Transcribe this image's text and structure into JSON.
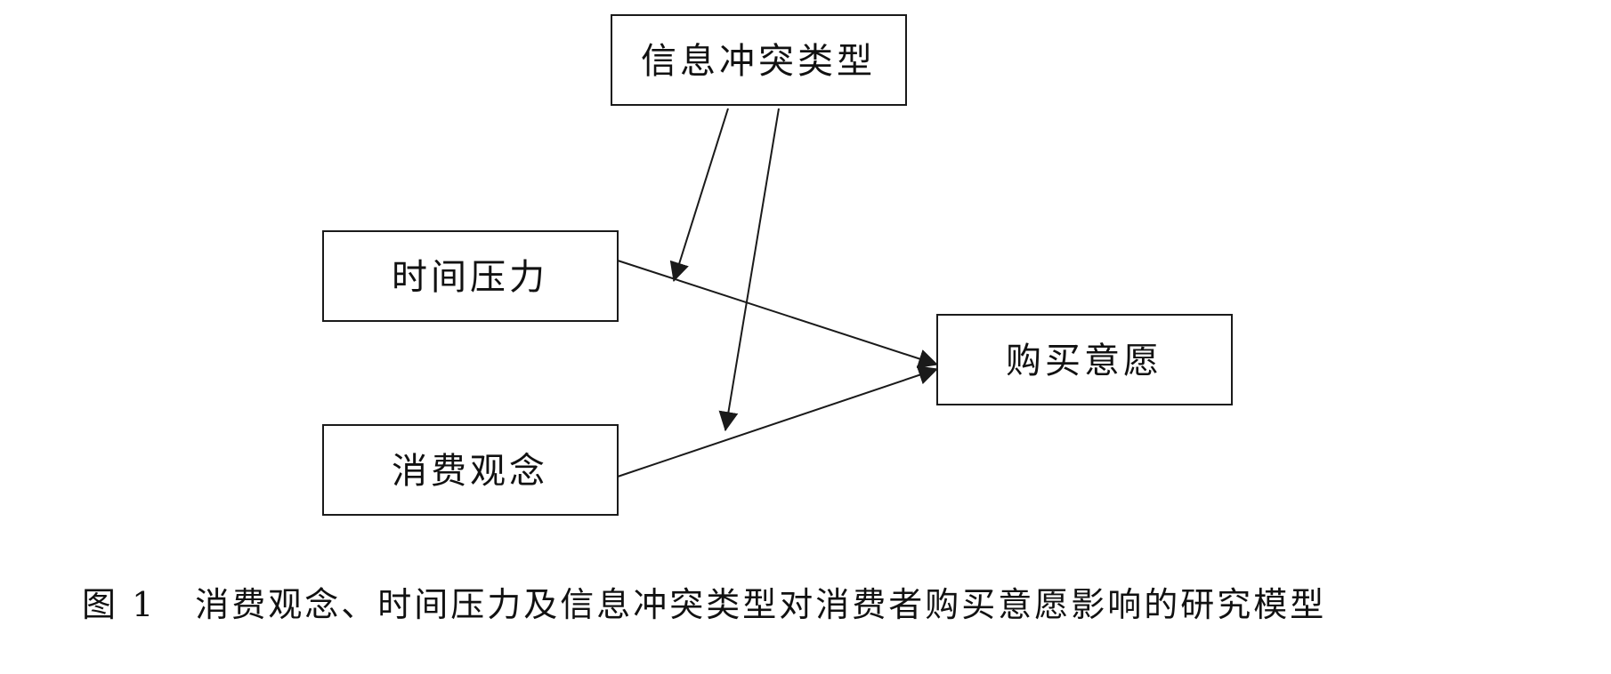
{
  "diagram": {
    "nodes": {
      "info_conflict": "信息冲突类型",
      "time_pressure": "时间压力",
      "consumption_concept": "消费观念",
      "purchase_intention": "购买意愿"
    },
    "edges": [
      {
        "from": "time_pressure",
        "to": "purchase_intention"
      },
      {
        "from": "consumption_concept",
        "to": "purchase_intention"
      },
      {
        "from": "info_conflict",
        "to": "time_pressure->purchase_intention"
      },
      {
        "from": "info_conflict",
        "to": "consumption_concept->purchase_intention"
      }
    ]
  },
  "caption": {
    "figure_number": "图 1",
    "text": "消费观念、时间压力及信息冲突类型对消费者购买意愿影响的研究模型"
  }
}
